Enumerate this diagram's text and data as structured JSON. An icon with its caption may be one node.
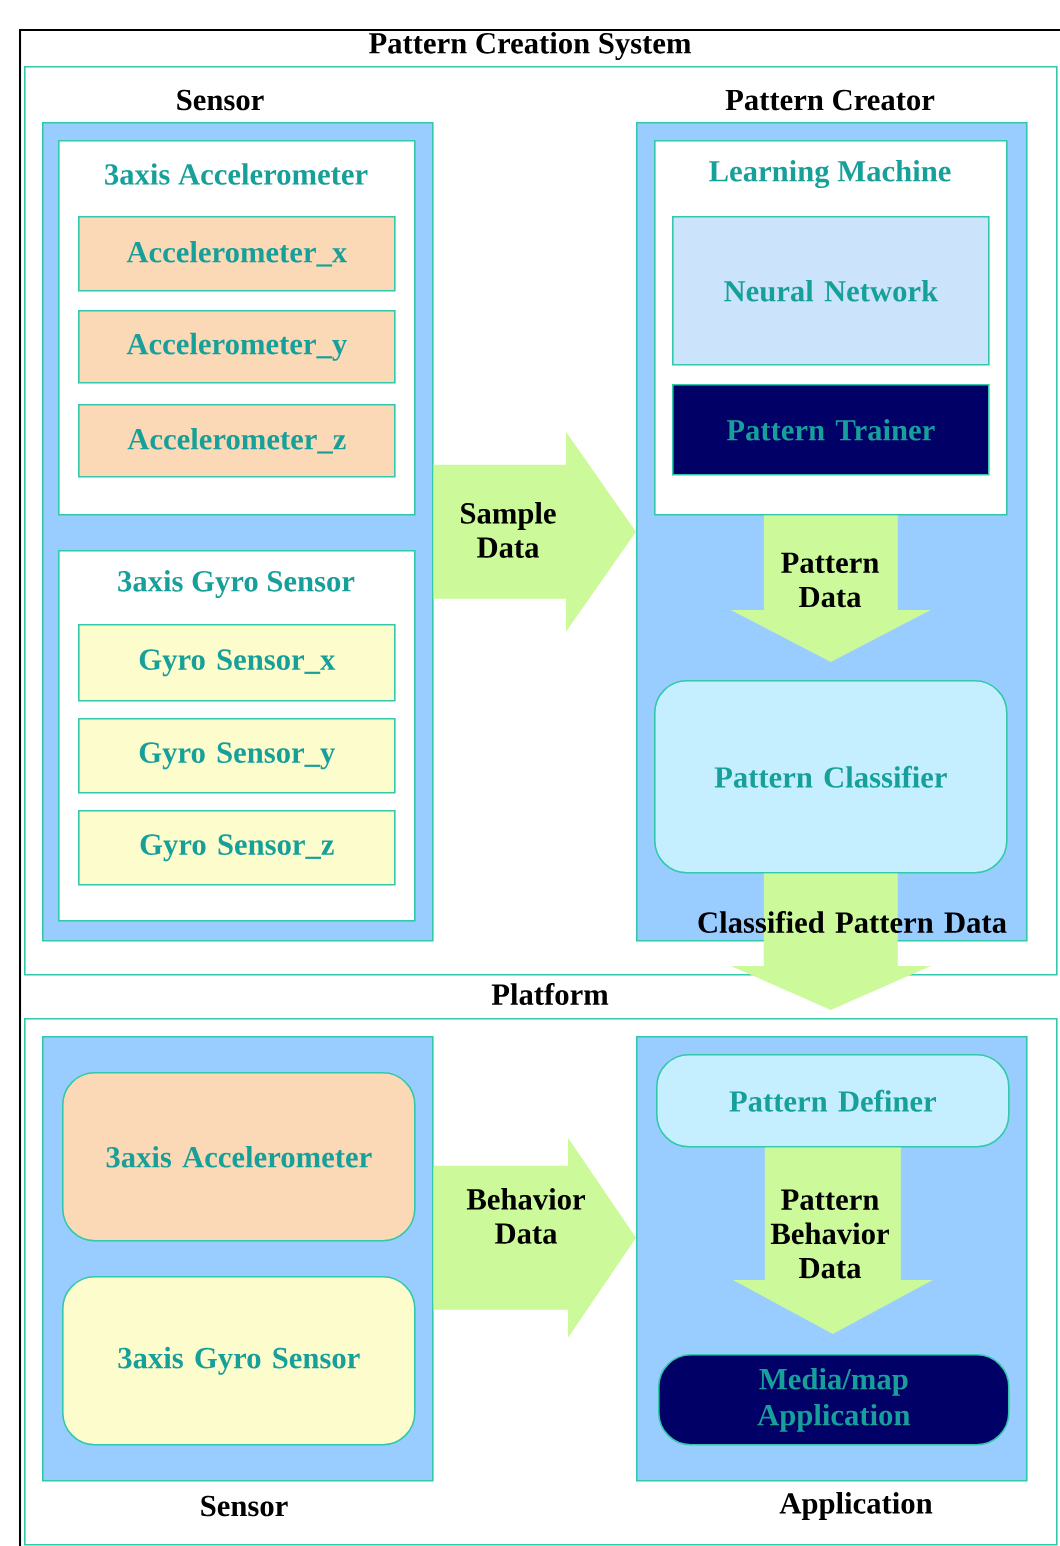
{
  "diagram": {
    "nodes": [
      {
        "text": [
          "Pattern Creation System"
        ]
      },
      {
        "text": [
          "Sensor"
        ],
        "in": 0
      },
      {
        "text": [
          "3axis Accelerometer"
        ],
        "in": 1
      },
      {
        "text": [
          "Accelerometer_x"
        ],
        "in": 2
      },
      {
        "text": [
          "Accelerometer_y"
        ],
        "in": 2
      },
      {
        "text": [
          "Accelerometer_z"
        ],
        "in": 2
      },
      {
        "text": [
          "3axis Gyro Sensor"
        ],
        "in": 1
      },
      {
        "text": [
          "Gyro Sensor_x"
        ],
        "in": 6
      },
      {
        "text": [
          "Gyro Sensor_y"
        ],
        "in": 6
      },
      {
        "text": [
          "Gyro Sensor_z"
        ],
        "in": 6
      },
      {
        "text": [
          "Pattern Creator"
        ],
        "in": 0
      },
      {
        "text": [
          "Learning Machine"
        ],
        "in": 10
      },
      {
        "text": [
          "Neural Network"
        ],
        "in": 11
      },
      {
        "text": [
          "Pattern Trainer"
        ],
        "in": 11
      },
      {
        "text": [
          "Pattern Classifier"
        ],
        "in": 10
      },
      {
        "text": [
          "Platform"
        ]
      },
      {
        "text": [
          "Sensor"
        ],
        "in": 15
      },
      {
        "text": [
          "3axis Accelerometer"
        ],
        "in": 16
      },
      {
        "text": [
          "3axis Gyro Sensor"
        ],
        "in": 16
      },
      {
        "text": [
          "Application"
        ],
        "in": 15
      },
      {
        "text": [
          "Pattern Definer"
        ],
        "in": 19
      },
      {
        "text": [
          "Media/map Application"
        ],
        "in": 19
      }
    ],
    "edges": [
      {
        "from": 1,
        "to": 10,
        "arrow": "to",
        "label": "Sample Data"
      },
      {
        "from": 11,
        "to": 14,
        "arrow": "to",
        "label": "Pattern Data"
      },
      {
        "from": 14,
        "to": 19,
        "arrow": "to",
        "label": "Classified Pattern Data"
      },
      {
        "from": 16,
        "to": 19,
        "arrow": "to",
        "label": "Behavior Data"
      },
      {
        "from": 20,
        "to": 21,
        "arrow": "to",
        "label": "Pattern Behavior Data"
      }
    ]
  }
}
